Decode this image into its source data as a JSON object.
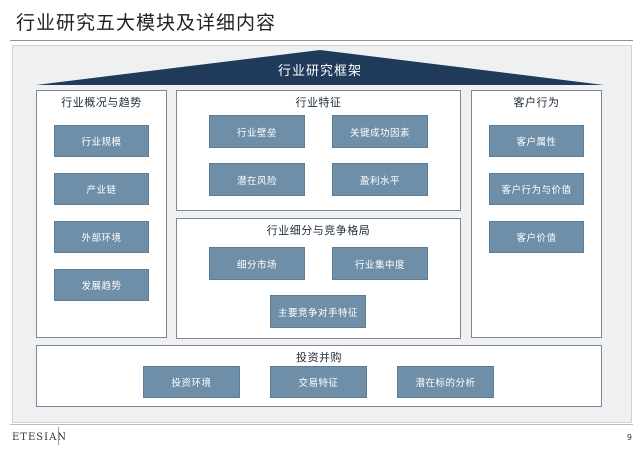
{
  "title": "行业研究五大模块及详细内容",
  "roof_label": "行业研究框架",
  "panels": {
    "overview": {
      "title": "行业概况与趋势",
      "items": [
        "行业规模",
        "产业链",
        "外部环境",
        "发展趋势"
      ]
    },
    "characteristics": {
      "title": "行业特征",
      "items": [
        "行业壁垒",
        "关键成功因素",
        "潜在风险",
        "盈利水平"
      ]
    },
    "segmentation": {
      "title": "行业细分与竞争格局",
      "items": [
        "细分市场",
        "行业集中度",
        "主要竞争对手特征"
      ]
    },
    "customer": {
      "title": "客户行为",
      "items": [
        "客户属性",
        "客户行为与价值",
        "客户价值"
      ]
    },
    "investment": {
      "title": "投资并购",
      "items": [
        "投资环境",
        "交易特征",
        "潜在标的分析"
      ]
    }
  },
  "footer": {
    "logo": "ETESIAN",
    "page_number": "9"
  },
  "colors": {
    "roof": "#1f3a5b",
    "chip": "#6f8fa8",
    "panel_border": "#7d8894",
    "background": "#eef0f2"
  }
}
